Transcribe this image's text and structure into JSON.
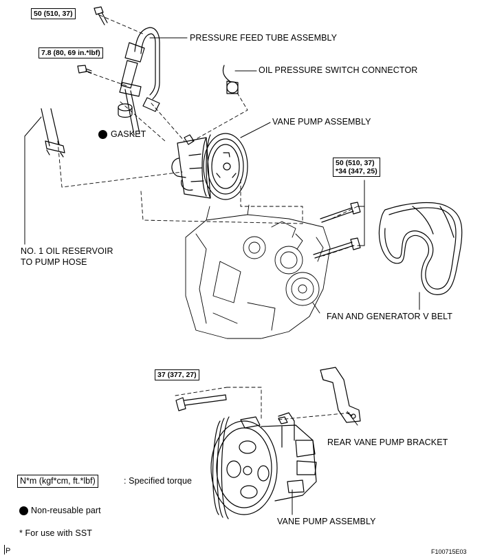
{
  "callouts": {
    "pressure_feed_tube": "PRESSURE FEED TUBE ASSEMBLY",
    "oil_pressure_switch": "OIL PRESSURE SWITCH CONNECTOR",
    "vane_pump_top": "VANE PUMP ASSEMBLY",
    "gasket": "GASKET",
    "reservoir_hose_line1": "NO. 1 OIL RESERVOIR",
    "reservoir_hose_line2": "TO PUMP HOSE",
    "fan_belt": "FAN AND GENERATOR V BELT",
    "rear_bracket": "REAR VANE PUMP BRACKET",
    "vane_pump_bottom": "VANE PUMP ASSEMBLY"
  },
  "torques": {
    "feed_tube_bolt": "50 (510, 37)",
    "clamp_bolt": "7.8 (80, 69 in.*lbf)",
    "pump_bolts_line1": "50 (510, 37)",
    "pump_bolts_line2": "*34 (347, 25)",
    "long_bolt": "37 (377, 27)"
  },
  "legend": {
    "torque_unit": "N*m (kgf*cm, ft.*lbf)",
    "torque_desc": ": Specified torque",
    "nonreusable": "Non-reusable part",
    "sst_note": "* For use with SST"
  },
  "footer": {
    "left_mark": "P",
    "figure_id": "F100715E03"
  }
}
